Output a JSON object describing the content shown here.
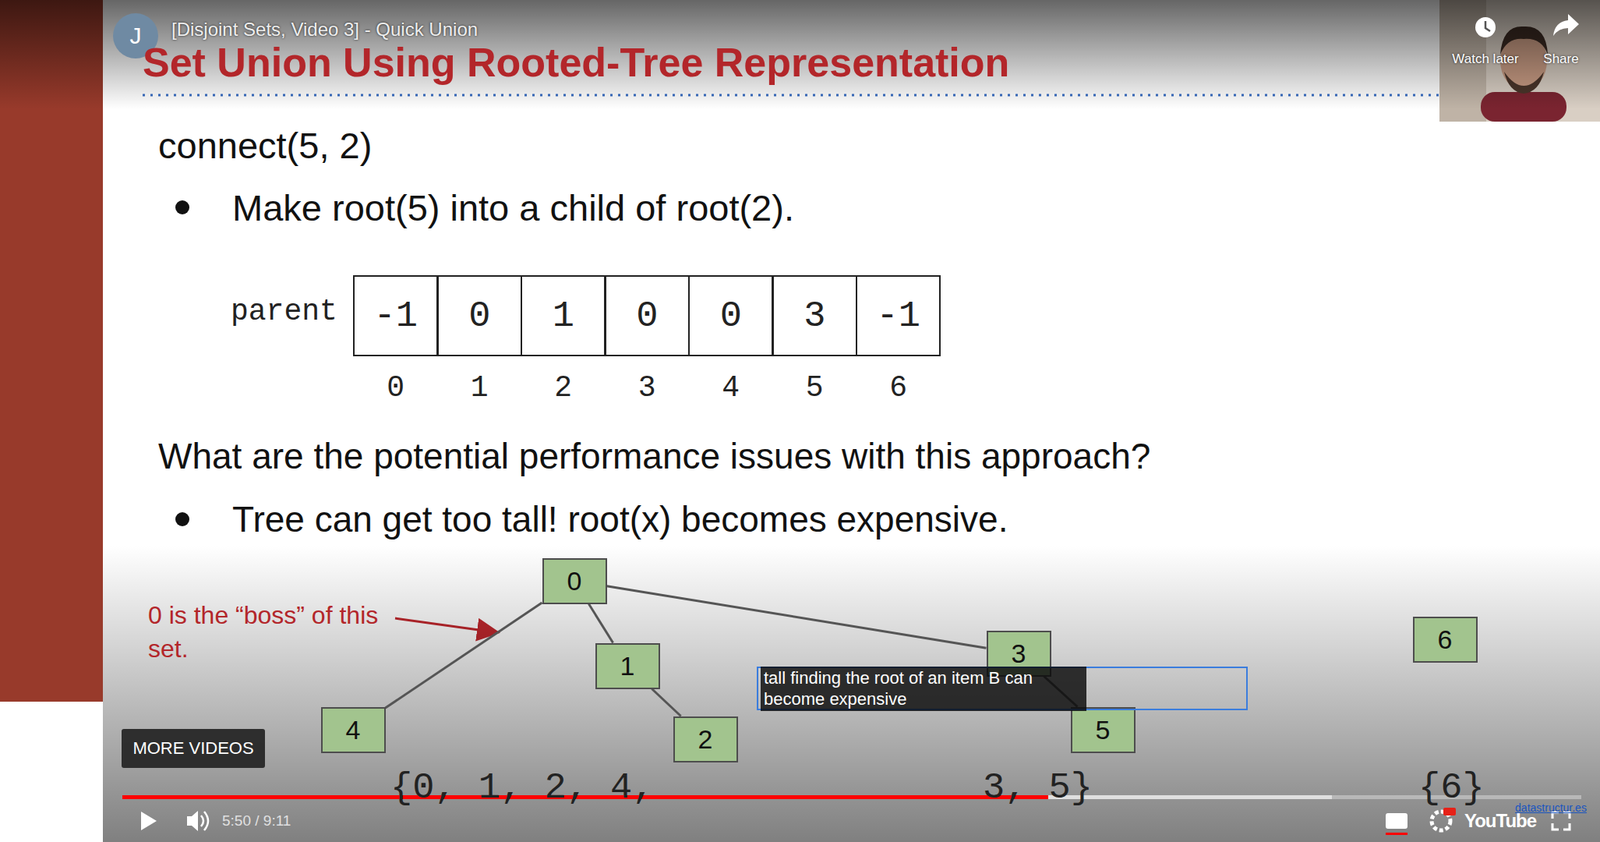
{
  "diagram": {
    "title": "Set Union Using Rooted-Tree Representation",
    "nodes": [
      {
        "text": [
          "0"
        ]
      },
      {
        "text": [
          "1"
        ]
      },
      {
        "text": [
          "3"
        ]
      },
      {
        "text": [
          "4"
        ]
      },
      {
        "text": [
          "2"
        ]
      },
      {
        "text": [
          "5"
        ]
      },
      {
        "text": [
          "6"
        ]
      }
    ],
    "edges": [
      {
        "from": 0,
        "to": 3,
        "arrow": "none"
      },
      {
        "from": 0,
        "to": 1,
        "arrow": "none"
      },
      {
        "from": 0,
        "to": 2,
        "arrow": "none"
      },
      {
        "from": 1,
        "to": 4,
        "arrow": "none"
      },
      {
        "from": 2,
        "to": 5,
        "arrow": "none"
      }
    ],
    "labels": [
      "J",
      "[Disjoint Sets, Video 3] - Quick Union",
      "Watch later",
      "Share",
      "connect(5, 2)",
      "Make root(5) into a child of root(2).",
      "parent",
      "-1",
      "0",
      "1",
      "0",
      "0",
      "3",
      "-1",
      "0",
      "1",
      "2",
      "3",
      "4",
      "5",
      "6",
      "What are the potential performance issues with this approach?",
      "Tree can get too tall! root(x) becomes expensive.",
      "0 is the “boss” of this set.",
      "tall finding the root of an item B can become expensive",
      "MORE VIDEOS",
      "{0, 1, 2, 4,",
      "3, 5}",
      "{6}",
      "5:50 / 9:11",
      "YouTube",
      "datastructur.es"
    ]
  }
}
